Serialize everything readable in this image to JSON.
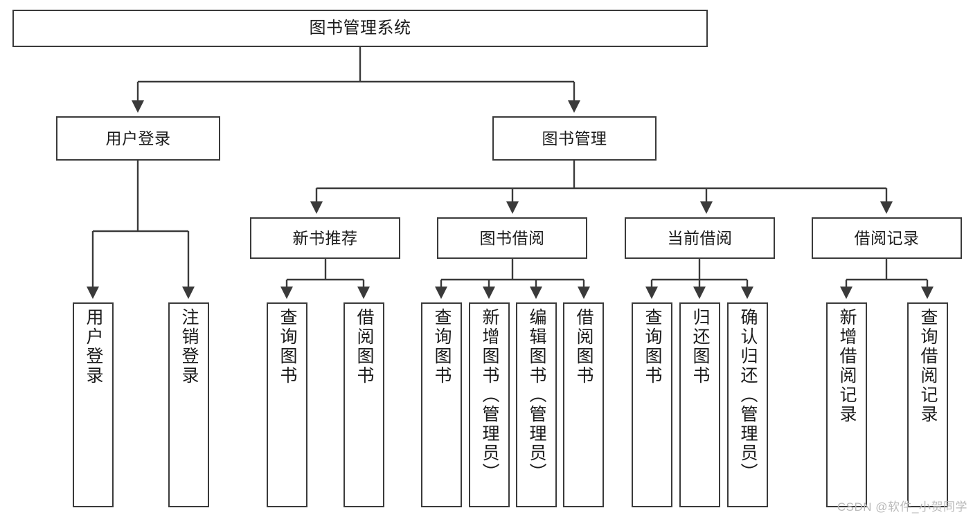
{
  "diagram": {
    "title": "图书管理系统",
    "type": "tree-hierarchy",
    "watermark": "CSDN @软件_小贺同学",
    "colors": {
      "box_border": "#3a3a3a",
      "box_fill": "#ffffff",
      "edge": "#3a3a3a",
      "text": "#1b1b1b",
      "watermark": "#b9b9b9"
    },
    "nodes": {
      "root": {
        "label": "图书管理系统"
      },
      "level2": [
        {
          "id": "user-login",
          "label": "用户登录"
        },
        {
          "id": "book-management",
          "label": "图书管理"
        }
      ],
      "level3": [
        {
          "id": "new-book-recommend",
          "label": "新书推荐"
        },
        {
          "id": "book-borrow",
          "label": "图书借阅"
        },
        {
          "id": "current-borrow",
          "label": "当前借阅"
        },
        {
          "id": "borrow-record",
          "label": "借阅记录"
        }
      ],
      "leaves": {
        "user_login": [
          {
            "id": "leaf-user-login",
            "label": "用户登录"
          },
          {
            "id": "leaf-logout-login",
            "label": "注销登录"
          }
        ],
        "new_book_recommend": [
          {
            "id": "leaf-query-book-1",
            "label": "查询图书"
          },
          {
            "id": "leaf-borrow-book-1",
            "label": "借阅图书"
          }
        ],
        "book_borrow": [
          {
            "id": "leaf-query-book-2",
            "label": "查询图书"
          },
          {
            "id": "leaf-add-book",
            "label": "新增图书（管理员）"
          },
          {
            "id": "leaf-edit-book",
            "label": "编辑图书（管理员）"
          },
          {
            "id": "leaf-borrow-book-2",
            "label": "借阅图书"
          }
        ],
        "current_borrow": [
          {
            "id": "leaf-query-book-3",
            "label": "查询图书"
          },
          {
            "id": "leaf-return-book",
            "label": "归还图书"
          },
          {
            "id": "leaf-confirm-return",
            "label": "确认归还（管理员）"
          }
        ],
        "borrow_record": [
          {
            "id": "leaf-add-borrow-record",
            "label": "新增借阅记录"
          },
          {
            "id": "leaf-query-borrow-record",
            "label": "查询借阅记录"
          }
        ]
      }
    }
  }
}
